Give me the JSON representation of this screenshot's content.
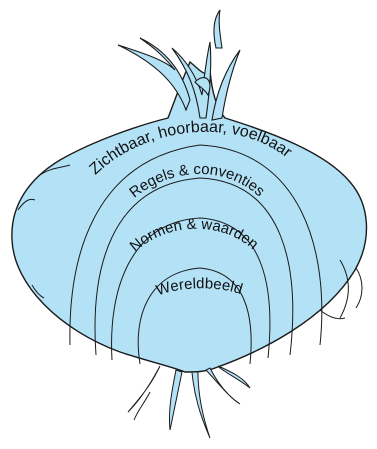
{
  "diagram": {
    "layers": [
      {
        "label": "Zichtbaar, hoorbaar, voelbaar"
      },
      {
        "label": "Regels & conventies"
      },
      {
        "label": "Normen & waarden"
      },
      {
        "label": "Wereldbeeld"
      }
    ]
  },
  "colors": {
    "fill": "#b3e2f7",
    "stroke": "#1a1a1a"
  }
}
